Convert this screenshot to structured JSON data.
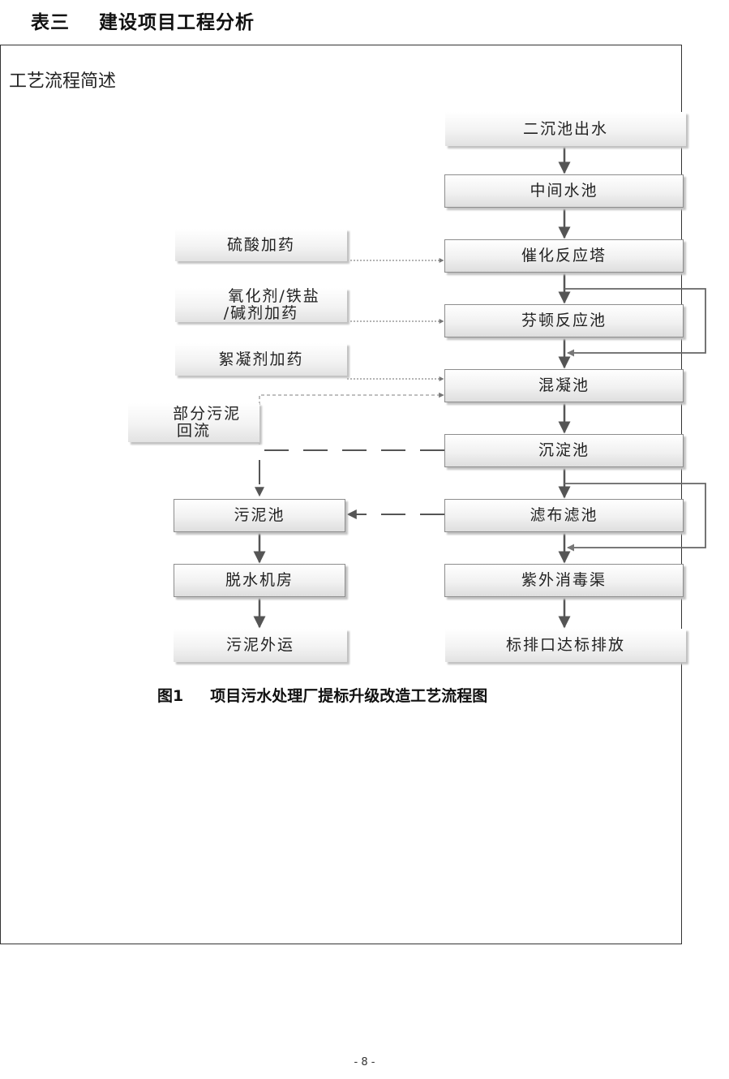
{
  "page": {
    "heading": "表三    建设项目工程分析",
    "section_title": "工艺流程简述",
    "caption": "图1     项目污水处理厂提标升级改造工艺流程图",
    "page_number": "- 8 -"
  },
  "diagram": {
    "nodes": {
      "n1": "二沉池出水",
      "n2": "中间水池",
      "n3": "催化反应塔",
      "n4": "芬顿反应池",
      "n5": "混凝池",
      "n6": "沉淀池",
      "n7": "滤布滤池",
      "n8": "紫外消毒渠",
      "n9": "标排口达标排放",
      "s1": "污泥池",
      "s2": "脱水机房",
      "s3": "污泥外运",
      "d1": "硫酸加药",
      "d2_line1": "氧化剂/铁盐",
      "d2_line2": "/碱剂加药",
      "d3": "絮凝剂加药",
      "r1_line1": "部分污泥",
      "r1_line2": "回流"
    }
  }
}
